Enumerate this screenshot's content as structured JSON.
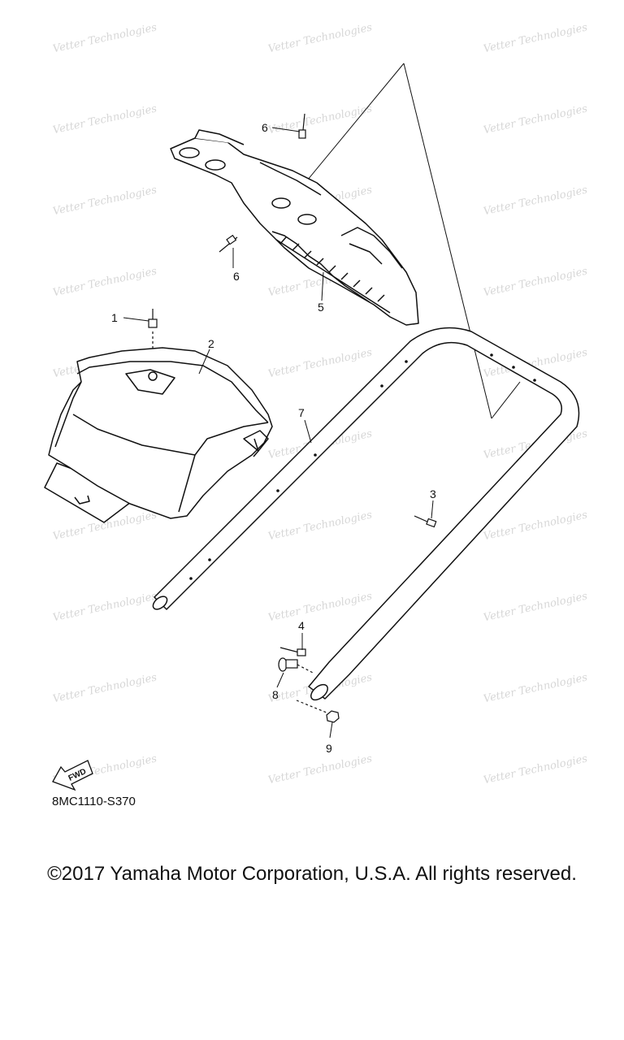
{
  "watermark": "Vetter Technologies",
  "callouts": [
    {
      "id": "1",
      "label": "1"
    },
    {
      "id": "2",
      "label": "2"
    },
    {
      "id": "3",
      "label": "3"
    },
    {
      "id": "4",
      "label": "4"
    },
    {
      "id": "5",
      "label": "5"
    },
    {
      "id": "6a",
      "label": "6"
    },
    {
      "id": "6b",
      "label": "6"
    },
    {
      "id": "7",
      "label": "7"
    },
    {
      "id": "8",
      "label": "8"
    },
    {
      "id": "9",
      "label": "9"
    }
  ],
  "fwd_label": "FWD",
  "diagram_code": "8MC1110-S370",
  "copyright": "©2017 Yamaha Motor Corporation, U.S.A. All rights reserved."
}
